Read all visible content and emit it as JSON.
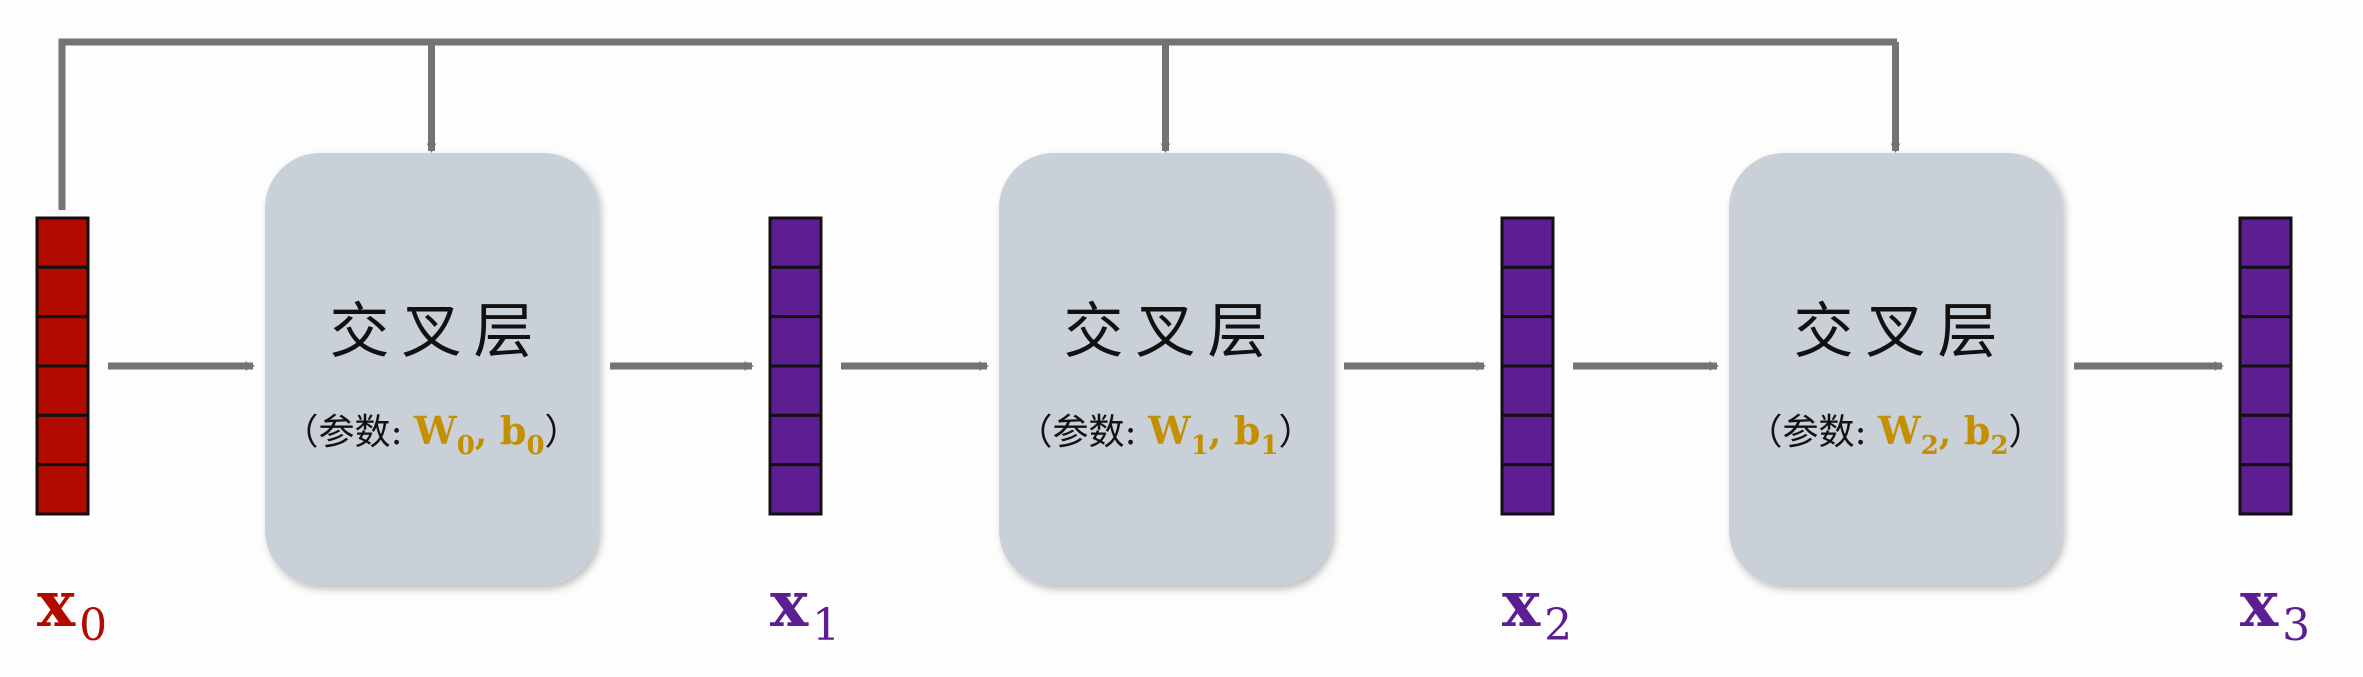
{
  "colors": {
    "input": "#b30a00",
    "output": "#5c1e91",
    "arrow": "#737373",
    "layer": "#c9d0d8",
    "param": "#c48f00"
  },
  "vectors": [
    {
      "name": "x",
      "sub": "0",
      "cells": 6
    },
    {
      "name": "x",
      "sub": "1",
      "cells": 6
    },
    {
      "name": "x",
      "sub": "2",
      "cells": 6
    },
    {
      "name": "x",
      "sub": "3",
      "cells": 6
    }
  ],
  "layers": [
    {
      "title": "交叉层",
      "param_prefix": "（参数: ",
      "w": "W",
      "w_sub": "0",
      "sep": ", ",
      "b": "b",
      "b_sub": "0",
      "close": "）"
    },
    {
      "title": "交叉层",
      "param_prefix": "（参数: ",
      "w": "W",
      "w_sub": "1",
      "sep": ", ",
      "b": "b",
      "b_sub": "1",
      "close": "）"
    },
    {
      "title": "交叉层",
      "param_prefix": "（参数: ",
      "w": "W",
      "w_sub": "2",
      "sep": ", ",
      "b": "b",
      "b_sub": "2",
      "close": "）"
    }
  ]
}
